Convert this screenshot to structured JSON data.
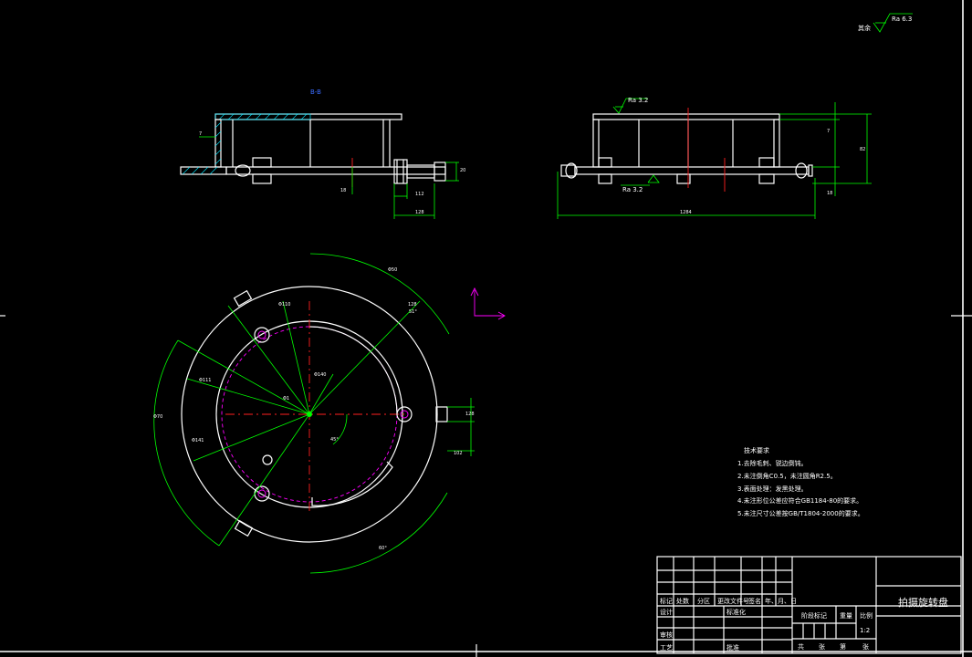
{
  "drawing": {
    "section_label": "B-B",
    "roughness": {
      "rest_prefix": "其余",
      "rest_value": "Ra 6.3",
      "side_top": "Ra 3.2",
      "side_bottom": "Ra 3.2"
    },
    "dimensions": {
      "left_view": [
        "7",
        "18",
        "20",
        "112",
        "128"
      ],
      "right_view": [
        "7",
        "18",
        "82",
        "1284"
      ],
      "plan_view": [
        "Φ50",
        "128",
        "Φ110",
        "Φ111",
        "Φ141",
        "Φ1",
        "Φ140",
        "Φ70",
        "45°",
        "60°",
        "51°",
        "102",
        "128"
      ]
    },
    "notes": {
      "heading": "技术要求",
      "items": [
        "1.去除毛刺、锐边倒钝。",
        "2.未注倒角C0.5，未注圆角R2.5。",
        "3.表面处理：发黑处理。",
        "4.未注形位公差应符合GB1184-80的要求。",
        "5.未注尺寸公差按GB/T1804-2000的要求。"
      ]
    },
    "title_block": {
      "part_name": "拍摄旋转盘",
      "headers": [
        "标记",
        "处数",
        "分区",
        "更改文件号",
        "签名",
        "年、月、日"
      ],
      "row_design": "设计",
      "row_standard": "标准化",
      "row_review": "审核",
      "row_process": "工艺",
      "row_approve": "批准",
      "stage_mark": "阶段标记",
      "weight": "重量",
      "scale_label": "比例",
      "scale": "1:2",
      "sheet": [
        "共",
        "张",
        "第",
        "张"
      ]
    }
  }
}
